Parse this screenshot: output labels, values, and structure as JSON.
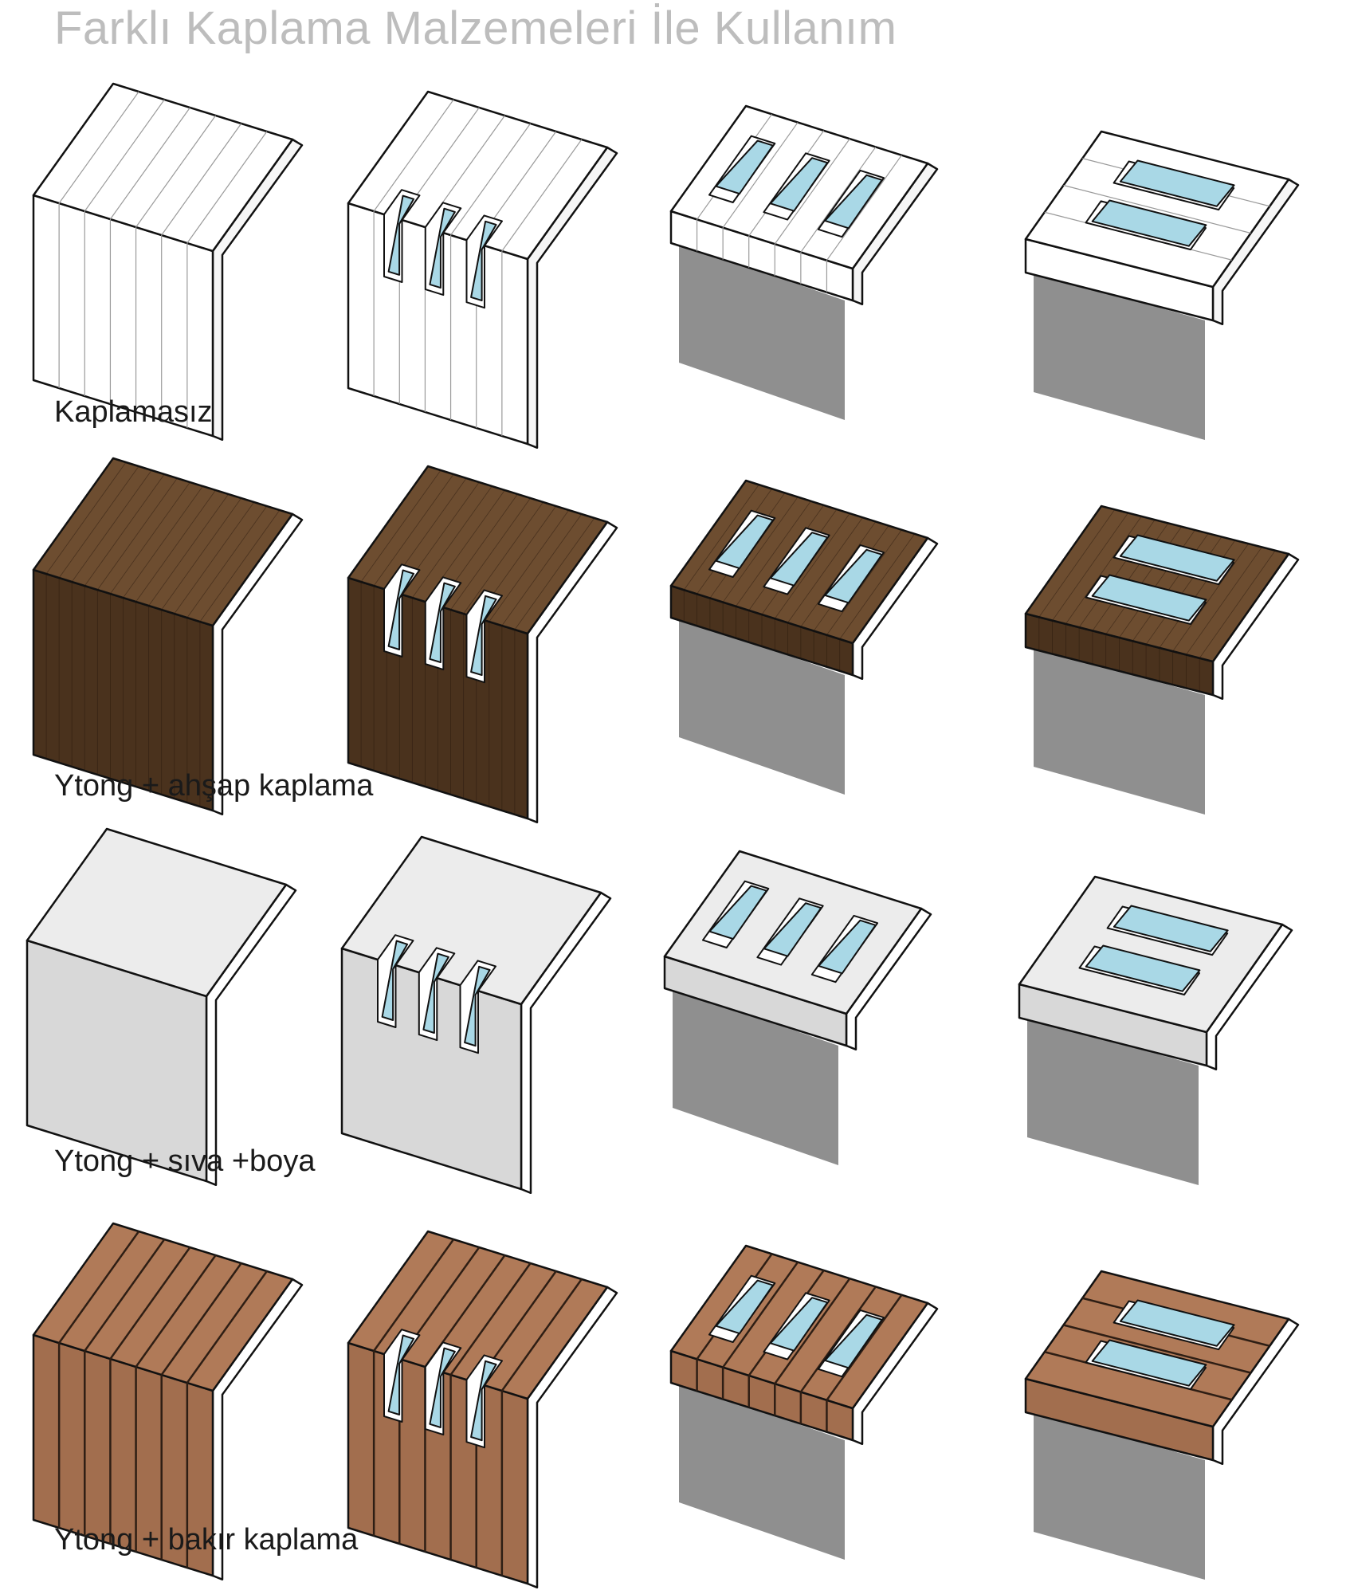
{
  "title": "Farklı Kaplama Malzemeleri İle Kullanım",
  "rows": [
    {
      "label": "Kaplamasız",
      "material": "plain"
    },
    {
      "label": "Ytong + ahşap kaplama",
      "material": "wood"
    },
    {
      "label": "Ytong + sıva +boya",
      "material": "plaster"
    },
    {
      "label": "Ytong + bakır kaplama",
      "material": "copper"
    }
  ],
  "variants": [
    "wall",
    "wall-windows",
    "roof-three-windows",
    "roof-two-windows"
  ],
  "colors": {
    "plain": {
      "top": "#ffffff",
      "front": "#ffffff",
      "side": "#f6f6f6",
      "line": "#9a9a9a"
    },
    "wood": {
      "top": "#6d4d30",
      "front": "#4a321d",
      "side": "#ffffff",
      "line": "#3a2614"
    },
    "plaster": {
      "top": "#ececec",
      "front": "#d8d8d8",
      "side": "#ffffff",
      "line": "#bcbcbc"
    },
    "copper": {
      "top": "#b07a58",
      "front": "#a26e4e",
      "side": "#ffffff",
      "line": "#2e1e14"
    },
    "glass": "#a9d8e6",
    "glass_frame": "#ffffff",
    "shadow": "#8f8f8f",
    "outline": "#111111"
  }
}
